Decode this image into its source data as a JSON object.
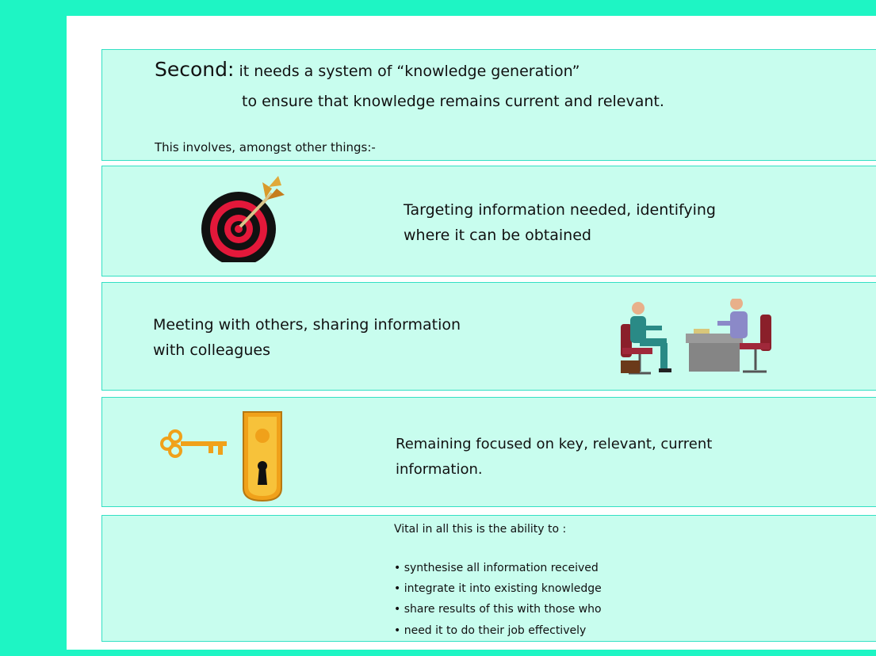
{
  "panel1": {
    "heading_lead": "Second:",
    "heading_rest": " it needs a system of “knowledge generation”",
    "heading_line2": "to ensure that knowledge remains current and relevant.",
    "intro": "This involves, amongst other things:-"
  },
  "panel2": {
    "line1": "Targeting information needed, identifying",
    "line2": "where it can be obtained",
    "icon": "target-with-dart-icon"
  },
  "panel3": {
    "line1": "Meeting with others, sharing information",
    "line2": "with colleagues",
    "icon": "business-meeting-icon"
  },
  "panel4": {
    "line1": "Remaining focused on key, relevant, current",
    "line2": "information.",
    "icons": [
      "key-icon",
      "keyhole-lock-plate-icon"
    ]
  },
  "panel5": {
    "title": "Vital in all this is the ability to :",
    "bullets": [
      "• synthesise all information received",
      "• integrate it into existing knowledge",
      "• share results of this with those who",
      "• need it to do their job effectively"
    ]
  },
  "colors": {
    "frame": "#1ef5c4",
    "panel_fill": "#c8fdee",
    "panel_border": "#33e0c4"
  }
}
